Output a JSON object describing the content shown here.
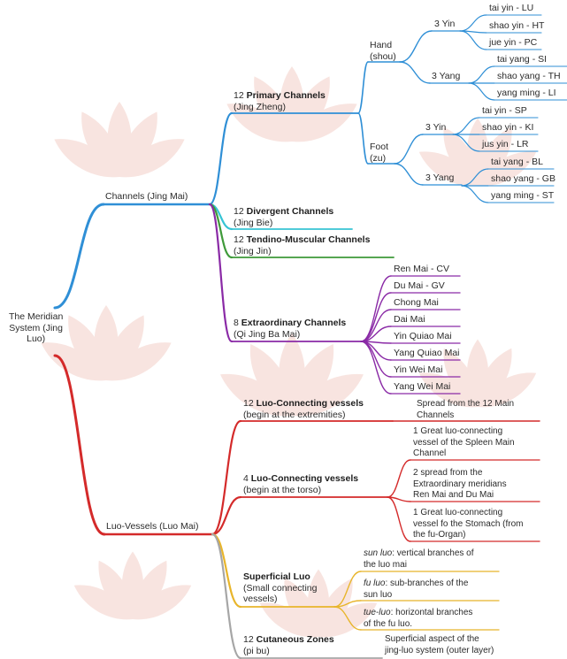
{
  "root": {
    "label": "The Meridian\nSystem (Jing\nLuo)"
  },
  "channels": {
    "label": "Channels (Jing Mai)",
    "primary": {
      "count": "12",
      "bold": "Primary Channels",
      "sub": "(Jing Zheng)"
    },
    "hand": {
      "label": "Hand\n(shou)",
      "yin": {
        "label": "3 Yin",
        "items": [
          "tai yin - LU",
          "shao yin - HT",
          "jue yin - PC"
        ]
      },
      "yang": {
        "label": "3 Yang",
        "items": [
          "tai yang - SI",
          "shao yang - TH",
          "yang ming - LI"
        ]
      }
    },
    "foot": {
      "label": "Foot\n(zu)",
      "yin": {
        "label": "3 Yin",
        "items": [
          "tai yin - SP",
          "shao yin - KI",
          "jus yin - LR"
        ]
      },
      "yang": {
        "label": "3 Yang",
        "items": [
          "tai yang - BL",
          "shao yang - GB",
          "yang ming - ST"
        ]
      }
    },
    "divergent": {
      "count": "12",
      "bold": "Divergent Channels",
      "sub": "(Jing Bie)"
    },
    "tendino": {
      "count": "12",
      "bold": "Tendino-Muscular Channels",
      "sub": "(Jing Jin)"
    },
    "extra": {
      "count": "8",
      "bold": "Extraordinary Channels",
      "sub": "(Qi Jing Ba Mai)",
      "items": [
        "Ren Mai - CV",
        "Du Mai - GV",
        "Chong Mai",
        "Dai Mai",
        "Yin Quiao Mai",
        "Yang Quiao Mai",
        "Yin Wei Mai",
        "Yang Wei Mai"
      ]
    }
  },
  "luo": {
    "label": "Luo-Vessels (Luo Mai)",
    "luo12": {
      "count": "12",
      "bold": "Luo-Connecting vessels",
      "sub": "(begin at the extremities)",
      "detail": "Spread from the 12 Main\nChannels"
    },
    "luo4": {
      "count": "4",
      "bold": "Luo-Connecting vessels",
      "sub": "(begin at the torso)",
      "items": [
        "1 Great luo-connecting\nvessel of the Spleen Main\nChannel",
        "2 spread from the\nExtraordinary meridians\nRen Mai and Du Mai",
        "1 Great luo-connecting\nvessel fo the Stomach (from\nthe fu-Organ)"
      ]
    },
    "superficial": {
      "bold": "Superficial Luo",
      "sub": "(Small connecting\nvessels)",
      "items": [
        {
          "term": "sun luo",
          "rest": ": vertical branches of\nthe luo mai"
        },
        {
          "term": "fu luo",
          "rest": ": sub-branches of the\nsun luo"
        },
        {
          "term": "tue-luo",
          "rest": ": horizontal branches\nof the fu luo."
        }
      ]
    },
    "cutaneous": {
      "count": "12",
      "bold": "Cutaneous Zones",
      "sub": "(pi bu)",
      "detail": "Superficial aspect of the\njing-luo system (outer layer)"
    }
  },
  "colors": {
    "blue": "#2f8fd6",
    "cyan": "#37c4d4",
    "green": "#3f9a3a",
    "purple": "#8a2aa6",
    "red": "#d42a2a",
    "yellow": "#e8b52b",
    "gray": "#a6a6a6",
    "watermark": "#f6dcd6"
  }
}
